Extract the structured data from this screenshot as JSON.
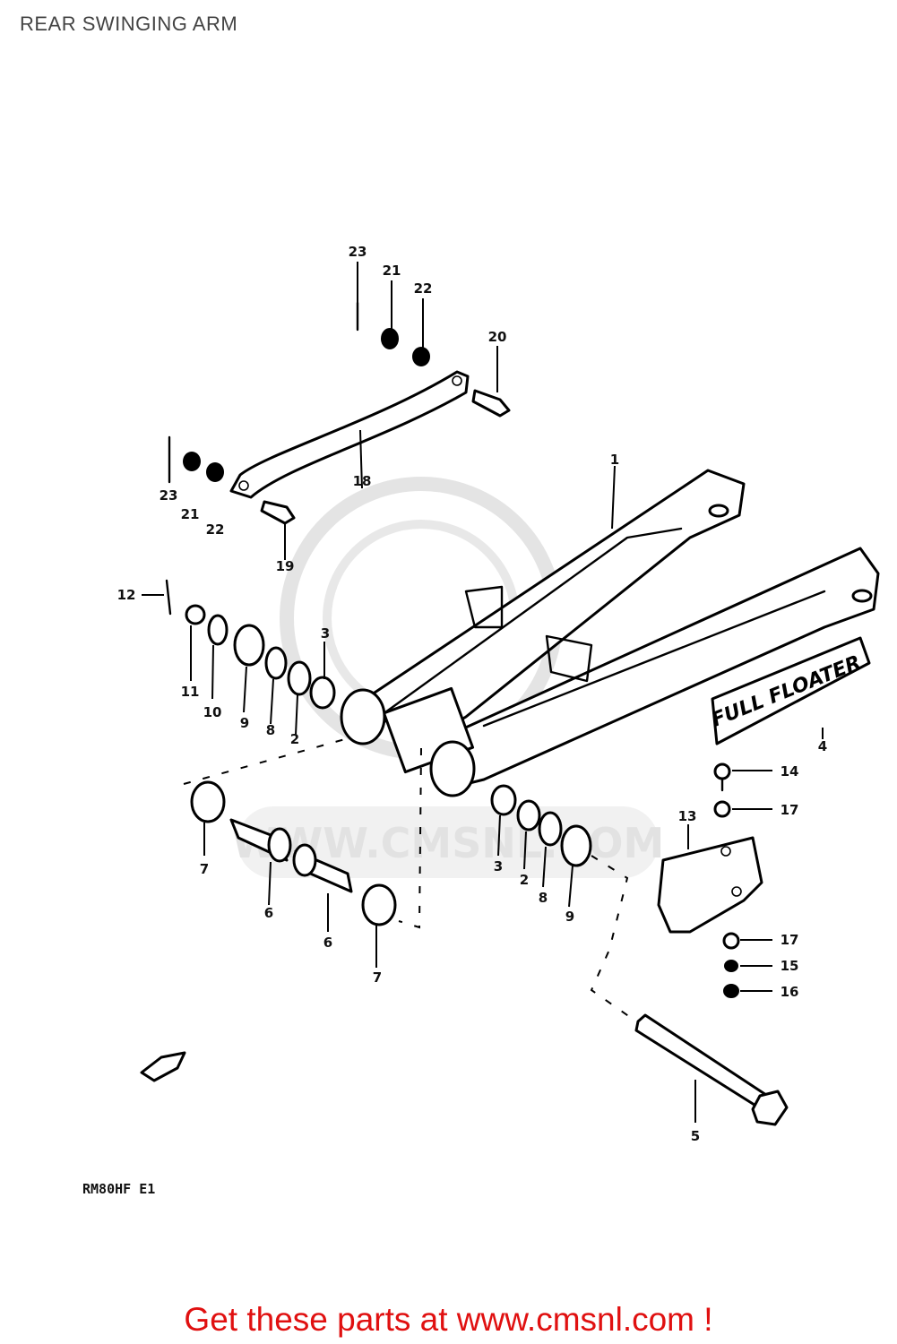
{
  "page": {
    "title": "REAR SWINGING ARM",
    "footer_cta": "Get these parts at www.cmsnl.com !",
    "model_code": "RM80HF E1",
    "watermark_text": "WWW.CMSNL.COM",
    "cta_color": "#e01010"
  },
  "labels": {
    "p1": "1",
    "p2a": "2",
    "p2b": "2",
    "p3a": "3",
    "p3b": "3",
    "p4": "4",
    "p5": "5",
    "p6a": "6",
    "p6b": "6",
    "p7a": "7",
    "p7b": "7",
    "p8a": "8",
    "p8b": "8",
    "p9a": "9",
    "p9b": "9",
    "p10": "10",
    "p11": "11",
    "p12": "12",
    "p13": "13",
    "p14": "14",
    "p15": "15",
    "p16": "16",
    "p17a": "17",
    "p17b": "17",
    "p18": "18",
    "p19": "19",
    "p20": "20",
    "p21a": "21",
    "p21b": "21",
    "p22a": "22",
    "p22b": "22",
    "p23a": "23",
    "p23b": "23"
  },
  "emblem_text": "FULL FLOATER"
}
